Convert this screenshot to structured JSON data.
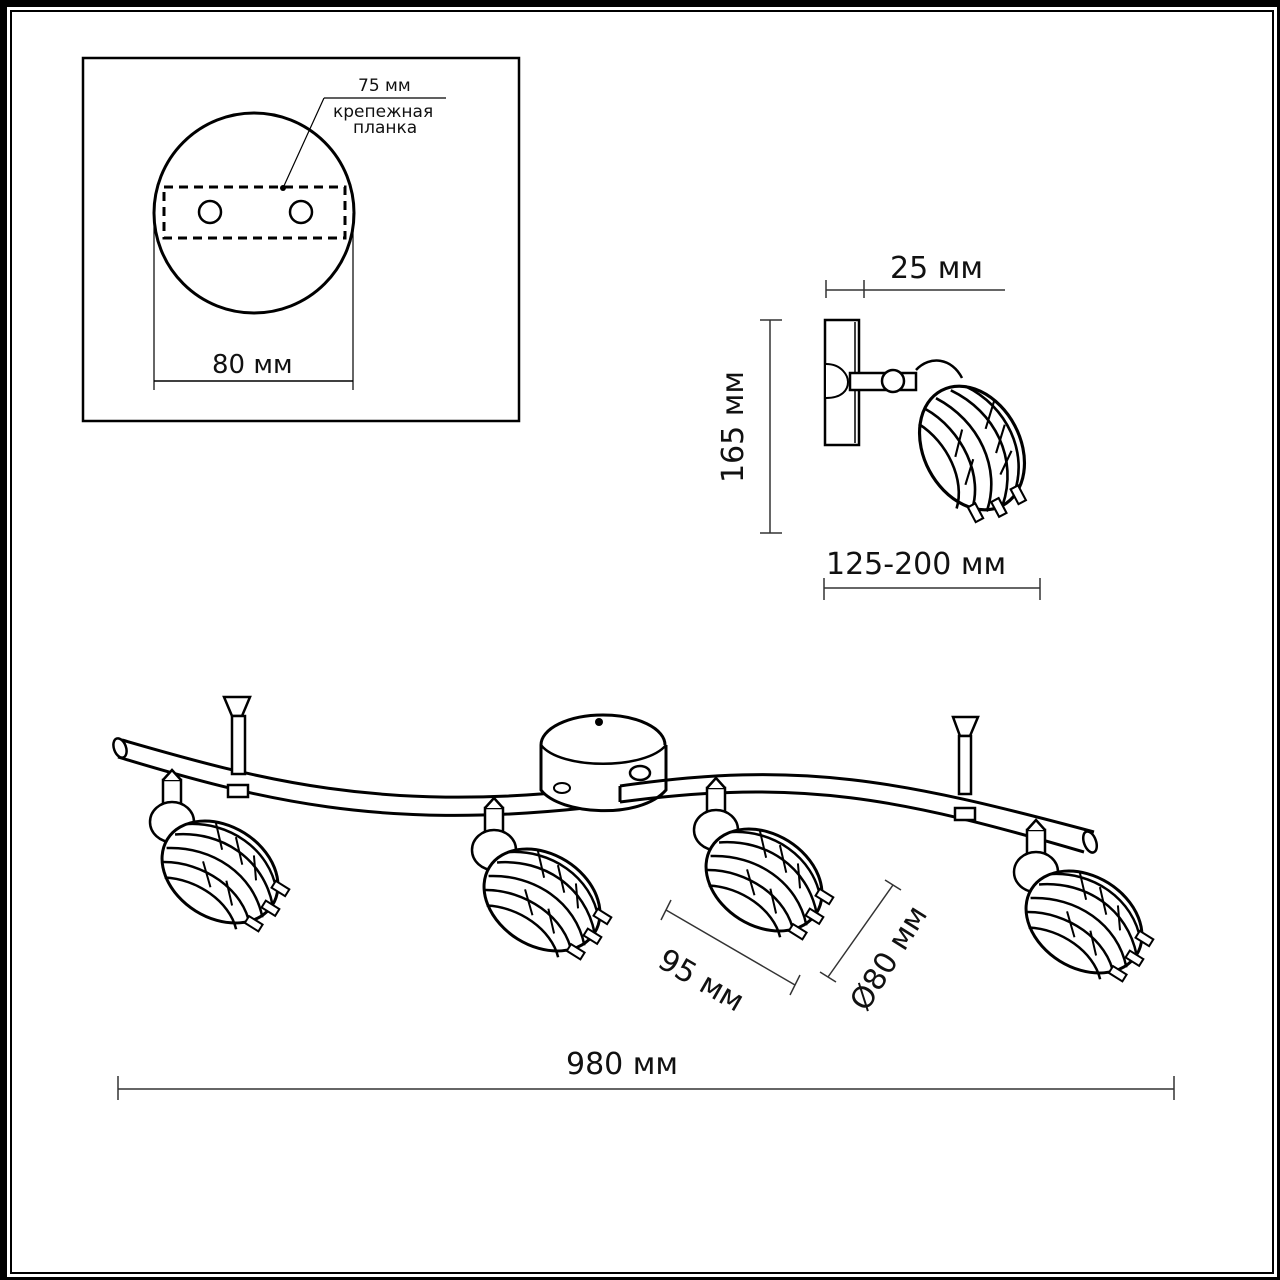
{
  "diagram": {
    "title": "Lamp dimension drawing",
    "mount_plate_view": {
      "bracket_width_label": "75 мм",
      "bracket_caption_line1": "крепежная",
      "bracket_caption_line2": "планка",
      "plate_diameter_label": "80 мм"
    },
    "side_view": {
      "depth_label": "25 мм",
      "height_label": "165 мм",
      "reach_label": "125-200  мм"
    },
    "front_view": {
      "shade_length_label": "95 мм",
      "shade_diameter_label": "Ø80 мм",
      "total_length_label": "980  мм",
      "spotlight_count": 4
    },
    "colors": {
      "line": "#000000",
      "background": "#ffffff",
      "dim_line": "#333333"
    }
  }
}
